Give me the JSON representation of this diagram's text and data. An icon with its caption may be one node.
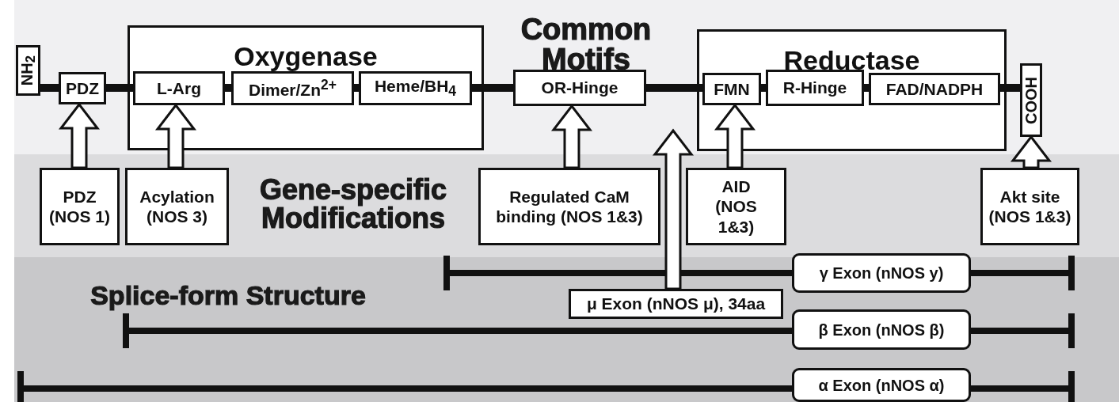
{
  "diagram": {
    "nodes": [
      {
        "text": [
          "NH$_{2}$"
        ]
      },
      {
        "text": [
          "PDZ"
        ]
      },
      {
        "text": [
          "Oxygenase"
        ]
      },
      {
        "text": [
          "L-Arg"
        ],
        "in": 2
      },
      {
        "text": [
          "Dimer/Zn$^{2+}$"
        ],
        "in": 2
      },
      {
        "text": [
          "Heme/BH$_{4}$"
        ],
        "in": 2
      },
      {
        "text": [
          "OR-Hinge"
        ]
      },
      {
        "text": [
          "Reductase"
        ]
      },
      {
        "text": [
          "FMN"
        ],
        "in": 7
      },
      {
        "text": [
          "R-Hinge"
        ],
        "in": 7
      },
      {
        "text": [
          "FAD/NADPH"
        ],
        "in": 7
      },
      {
        "text": [
          "COOH"
        ]
      },
      {
        "text": [
          "PDZ (NOS 1)"
        ]
      },
      {
        "text": [
          "Acylation (NOS 3)"
        ]
      },
      {
        "text": [
          "Regulated CaM binding (NOS 1&3)"
        ]
      },
      {
        "text": [
          "AID (NOS 1&3)"
        ]
      },
      {
        "text": [
          "Akt site (NOS 1&3)"
        ]
      },
      {
        "text": [
          "μ Exon (nNOS μ), 34aa"
        ]
      },
      {
        "text": [
          "γ Exon (nNOS y)"
        ]
      },
      {
        "text": [
          "β Exon (nNOS β)"
        ]
      },
      {
        "text": [
          "α Exon (nNOS α)"
        ]
      }
    ],
    "edges": [
      {
        "from": 0,
        "to": 1,
        "arrow": "none"
      },
      {
        "from": 1,
        "to": 3,
        "arrow": "none"
      },
      {
        "from": 3,
        "to": 4,
        "arrow": "none"
      },
      {
        "from": 4,
        "to": 5,
        "arrow": "none"
      },
      {
        "from": 5,
        "to": 6,
        "arrow": "none"
      },
      {
        "from": 6,
        "to": 8,
        "arrow": "none"
      },
      {
        "from": 8,
        "to": 9,
        "arrow": "none"
      },
      {
        "from": 9,
        "to": 10,
        "arrow": "none"
      },
      {
        "from": 10,
        "to": 11,
        "arrow": "none"
      },
      {
        "from": 12,
        "to": 1,
        "arrow": "to"
      },
      {
        "from": 13,
        "to": 3,
        "arrow": "to"
      },
      {
        "from": 14,
        "to": 6,
        "arrow": "to"
      },
      {
        "from": 15,
        "to": 8,
        "arrow": "to"
      },
      {
        "from": 16,
        "to": 11,
        "arrow": "to"
      },
      {
        "from": 17,
        "to": null,
        "arrow": "to"
      }
    ],
    "labels": [
      "Common Motifs",
      "Gene-specific Modifications",
      "Splice-form Structure"
    ]
  }
}
